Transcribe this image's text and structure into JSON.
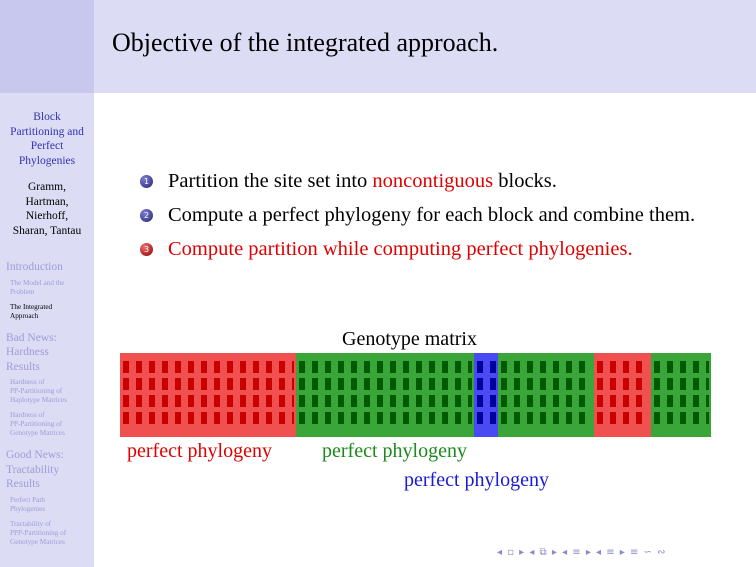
{
  "frame_title": "Objective of the integrated approach.",
  "sidebar": {
    "title": "Block Partitioning and Perfect Phylogenies",
    "title_lines": [
      "Block",
      "Partitioning and",
      "Perfect",
      "Phylogenies"
    ],
    "authors_lines": [
      "Gramm,",
      "Hartman,",
      "Nierhoff,",
      "Sharan, Tantau"
    ],
    "sections": [
      {
        "title_lines": [
          "Introduction"
        ],
        "subsections": [
          {
            "lines": [
              "The Model and the",
              "Problem"
            ],
            "active": false
          },
          {
            "lines": [
              "The Integrated",
              "Approach"
            ],
            "active": true
          }
        ]
      },
      {
        "title_lines": [
          "Bad News:",
          "Hardness",
          "Results"
        ],
        "subsections": [
          {
            "lines": [
              "Hardness of",
              "PP-Partitioning of",
              "Haplotype Matrices"
            ],
            "active": false
          },
          {
            "lines": [
              "Hardness of",
              "PP-Partitioning of",
              "Genotype Matrices"
            ],
            "active": false
          }
        ]
      },
      {
        "title_lines": [
          "Good News:",
          "Tractability",
          "Results"
        ],
        "subsections": [
          {
            "lines": [
              "Perfect Path",
              "Phylogenies"
            ],
            "active": false
          },
          {
            "lines": [
              "Tractability of",
              "PPP-Partitioning of",
              "Genotype Matrices"
            ],
            "active": false
          }
        ]
      }
    ]
  },
  "items": [
    {
      "num": "1",
      "pre": "Partition the site set into ",
      "highlight": "noncontiguous",
      "post": " blocks."
    },
    {
      "num": "2",
      "text": "Compute a perfect phylogeny for each block and combine them."
    },
    {
      "num": "3",
      "text": "Compute partition while computing perfect phylogenies."
    }
  ],
  "matrix": {
    "title": "Genotype matrix",
    "blocks": [
      "red",
      "green",
      "blue",
      "green",
      "red",
      "green"
    ],
    "labels": {
      "red": "perfect phylogeny",
      "green": "perfect phylogeny",
      "blue": "perfect phylogeny"
    }
  },
  "colors": {
    "red": "#e00000",
    "green": "#1a8a1a",
    "blue": "#1a1ad6",
    "sidebar": "#dcdcf5"
  },
  "nav_symbols": "◂ ▫ ▸ ◂ ⧉ ▸ ◂ ≡ ▸ ◂ ≡ ▸ ≡ ∽ ∾"
}
